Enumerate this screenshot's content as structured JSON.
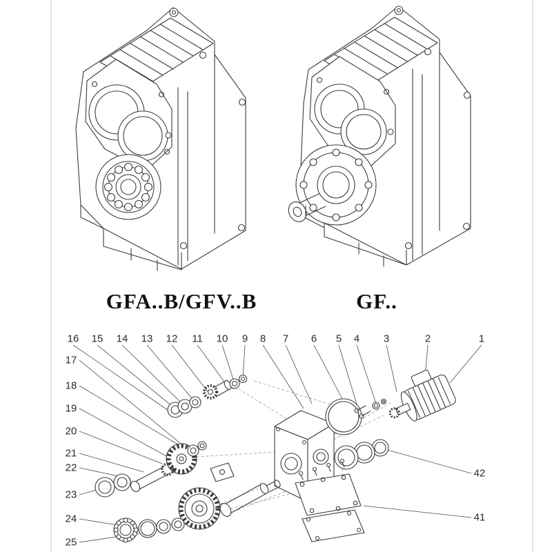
{
  "captions": {
    "left": "GFA..B/GFV..B",
    "right": "GF.."
  },
  "exploded": {
    "top_numbers": [
      "16",
      "15",
      "14",
      "13",
      "12",
      "11",
      "10",
      "9",
      "8",
      "7",
      "6",
      "5",
      "4",
      "3",
      "2",
      "1"
    ],
    "left_numbers": [
      "17",
      "18",
      "19",
      "20",
      "21",
      "22",
      "23",
      "24",
      "25"
    ],
    "right_numbers": [
      "42",
      "41"
    ]
  },
  "colors": {
    "ink": "#3a3a3a",
    "text": "#2b2b2b",
    "background": "#ffffff"
  }
}
